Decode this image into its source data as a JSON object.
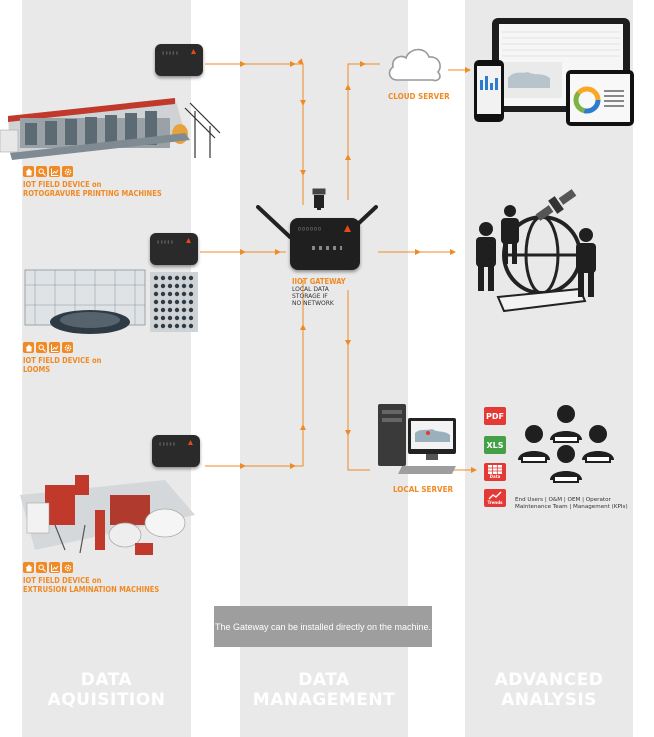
{
  "columns": [
    {
      "line1": "DATA",
      "line2": "AQUISITION"
    },
    {
      "line1": "DATA",
      "line2": "MANAGEMENT"
    },
    {
      "line1": "ADVANCED",
      "line2": "ANALYSIS"
    }
  ],
  "field_devices": [
    {
      "line1": "IOT FIELD DEVICE on",
      "line2": "ROTOGRAVURE PRINTING MACHINES"
    },
    {
      "line1": "IOT FIELD DEVICE on",
      "line2": "LOOMS"
    },
    {
      "line1": "IOT FIELD DEVICE on",
      "line2": "EXTRUSION LAMINATION MACHINES"
    }
  ],
  "gateway": {
    "title": "IIOT GATEWAY",
    "line1": "LOCAL DATA",
    "line2": "STORAGE IF",
    "line3": "NO NETWORK"
  },
  "cloud_server": "CLOUD SERVER",
  "local_server": "LOCAL SERVER",
  "note": "The Gateway can be installed directly on the machine.",
  "reports": [
    "PDF",
    "XLS",
    "Data",
    "Trends"
  ],
  "users": {
    "line1": "End Users  |  O&M  |  OEM  |  Operator",
    "line2": "Maintenance Team  |  Management (KPIs)"
  },
  "colors": {
    "accent": "#f08a24",
    "column_bg": "#e9e9e9",
    "note_bg": "#9e9e9e"
  },
  "icons": [
    "home-icon",
    "search-icon",
    "chart-icon",
    "gear-icon"
  ]
}
